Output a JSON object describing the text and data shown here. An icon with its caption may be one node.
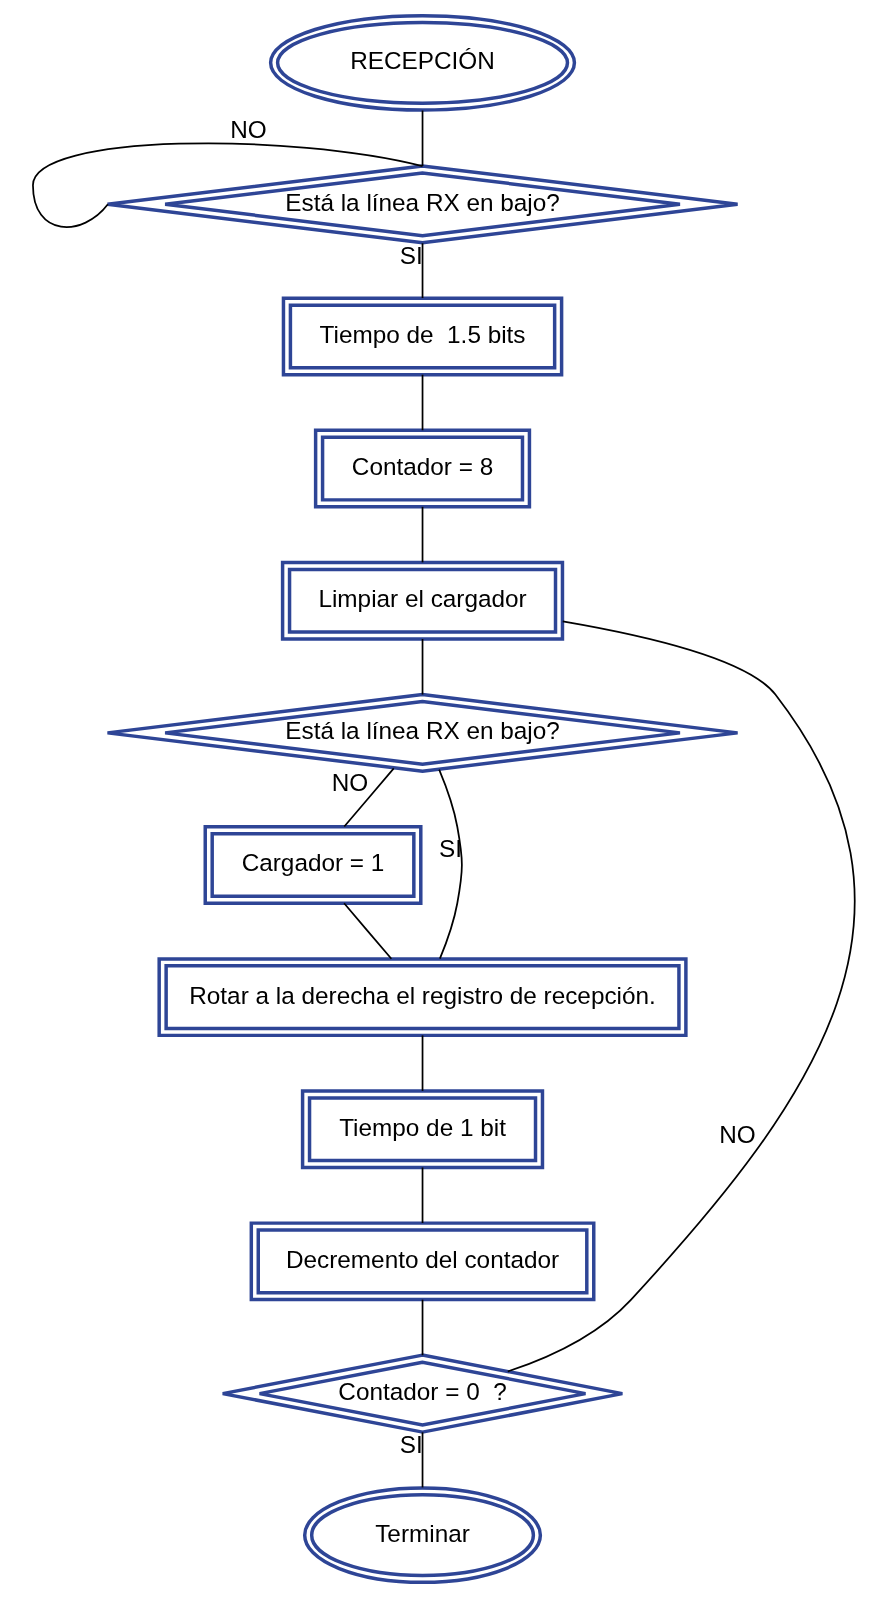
{
  "diagram": {
    "nodes": [
      {
        "text": [
          "RECEPCIÓN"
        ]
      },
      {
        "text": [
          "Está la línea RX en bajo?"
        ]
      },
      {
        "text": [
          "Tiempo de  1.5 bits"
        ]
      },
      {
        "text": [
          "Contador = 8"
        ]
      },
      {
        "text": [
          "Limpiar el cargador"
        ]
      },
      {
        "text": [
          "Está la línea RX en bajo?"
        ]
      },
      {
        "text": [
          "Cargador = 1"
        ]
      },
      {
        "text": [
          "Rotar a la derecha el registro de recepción."
        ]
      },
      {
        "text": [
          "Tiempo de 1 bit"
        ]
      },
      {
        "text": [
          "Decremento del contador"
        ]
      },
      {
        "text": [
          "Contador = 0  ?"
        ]
      },
      {
        "text": [
          "Terminar"
        ]
      }
    ],
    "edges": [
      {
        "from": 0,
        "to": 1,
        "arrow": "none"
      },
      {
        "from": 1,
        "to": 1,
        "arrow": "none",
        "label": "NO"
      },
      {
        "from": 1,
        "to": 2,
        "arrow": "none",
        "label": "SI"
      },
      {
        "from": 2,
        "to": 3,
        "arrow": "none"
      },
      {
        "from": 3,
        "to": 4,
        "arrow": "none"
      },
      {
        "from": 4,
        "to": 5,
        "arrow": "none"
      },
      {
        "from": 5,
        "to": 6,
        "arrow": "none",
        "label": "NO"
      },
      {
        "from": 6,
        "to": 7,
        "arrow": "none"
      },
      {
        "from": 5,
        "to": 7,
        "arrow": "none",
        "label": "SI"
      },
      {
        "from": 7,
        "to": 8,
        "arrow": "none"
      },
      {
        "from": 8,
        "to": 9,
        "arrow": "none"
      },
      {
        "from": 9,
        "to": 10,
        "arrow": "none"
      },
      {
        "from": 10,
        "to": 4,
        "arrow": "none",
        "label": "NO"
      },
      {
        "from": 10,
        "to": 11,
        "arrow": "none",
        "label": "SI"
      }
    ]
  }
}
